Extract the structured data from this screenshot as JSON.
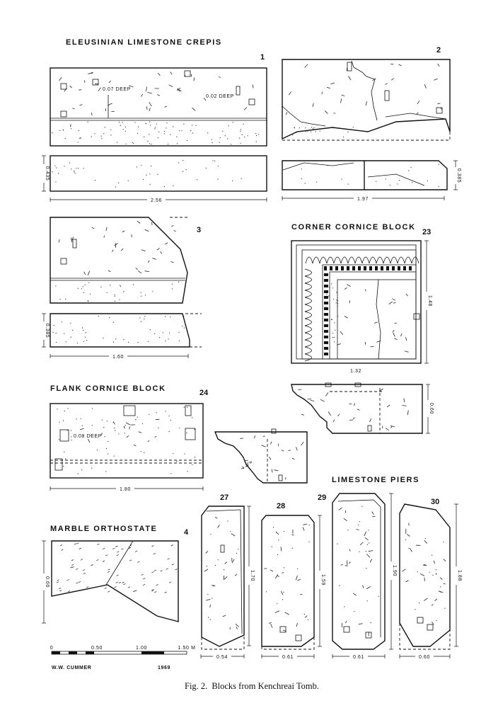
{
  "labels": {
    "crepis": "ELEUSINIAN LIMESTONE CREPIS",
    "corner_cornice": "CORNER CORNICE BLOCK",
    "flank_cornice": "FLANK CORNICE BLOCK",
    "piers": "LIMESTONE PIERS",
    "orthostate": "MARBLE ORTHOSTATE"
  },
  "block_numbers": {
    "b1": "1",
    "b2": "2",
    "b3": "3",
    "b23": "23",
    "b24": "24",
    "b27": "27",
    "b28": "28",
    "b29": "29",
    "b30": "30",
    "b4": "4"
  },
  "annotations": {
    "deep_007": "0.07 DEEP",
    "deep_002": "0.02 DEEP",
    "deep_008": "0.08 DEEP"
  },
  "dimensions": {
    "d_0435": "0.435",
    "d_256": "2.56",
    "d_0385_a": "0.385",
    "d_197": "1.97",
    "d_0385_b": "0.385",
    "d_160": "1.60",
    "d_148": "1.48",
    "d_132": "1.32",
    "d_060_cornice": "0.60",
    "d_180": "1.80",
    "d_060_orth": "0.60",
    "d_170": "1.70",
    "d_159": "1.59",
    "d_190": "1.90",
    "d_188": "1.88",
    "w27": "0.54",
    "w28": "0.61",
    "w29": "0.61",
    "w30": "0.60"
  },
  "scale_bar": {
    "t0": "0",
    "t1": "0.50",
    "t2": "1.00",
    "t3": "1.50 M"
  },
  "signature": {
    "author": "W.W. CUMMER",
    "year": "1969"
  },
  "caption": {
    "fig": "Fig. 2.",
    "text": "Blocks from Kenchreai Tomb."
  }
}
